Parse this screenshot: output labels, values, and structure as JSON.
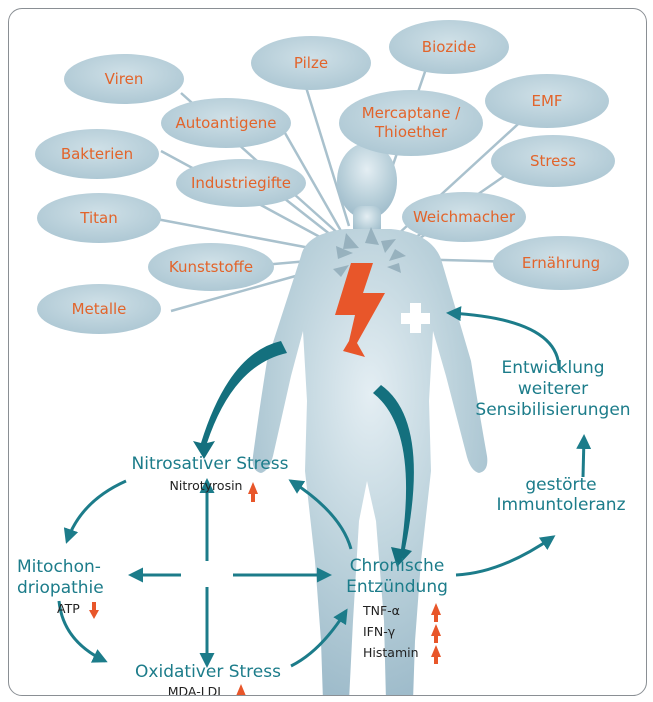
{
  "colors": {
    "bubble_fill": "#b7cfd9",
    "bubble_text": "#e2642b",
    "teal": "#1c7c8a",
    "arrow_orange": "#e8562a",
    "body_fill": "#b8cfd9",
    "frame_border": "#8a8f94"
  },
  "triggers": [
    "Viren",
    "Pilze",
    "Biozide",
    "Autoantigene",
    "Mercaptane /",
    "Thioether",
    "EMF",
    "Bakterien",
    "Industriegifte",
    "Stress",
    "Titan",
    "Weichmacher",
    "Kunststoffe",
    "Ernährung",
    "Metalle"
  ],
  "nodes": {
    "nitro_title": "Nitrosativer Stress",
    "nitro_sub": "Nitrotyrosin",
    "mito_title_1": "Mitochon-",
    "mito_title_2": "driopathie",
    "mito_sub": "ATP",
    "oxi_title": "Oxidativer Stress",
    "oxi_sub": "MDA-LDL",
    "chron_title_1": "Chronische",
    "chron_title_2": "Entzündung",
    "chron_sub_1": "TNF-α",
    "chron_sub_2": "IFN-γ",
    "chron_sub_3": "Histamin",
    "immun_1": "gestörte",
    "immun_2": "Immuntoleranz",
    "sens_1": "Entwicklung",
    "sens_2": "weiterer",
    "sens_3": "Sensibilisierungen"
  },
  "icons": {
    "lightning": "lightning-bolt-icon",
    "plus": "plus-icon",
    "up_arrow": "up-arrow-icon",
    "down_arrow": "down-arrow-icon"
  }
}
